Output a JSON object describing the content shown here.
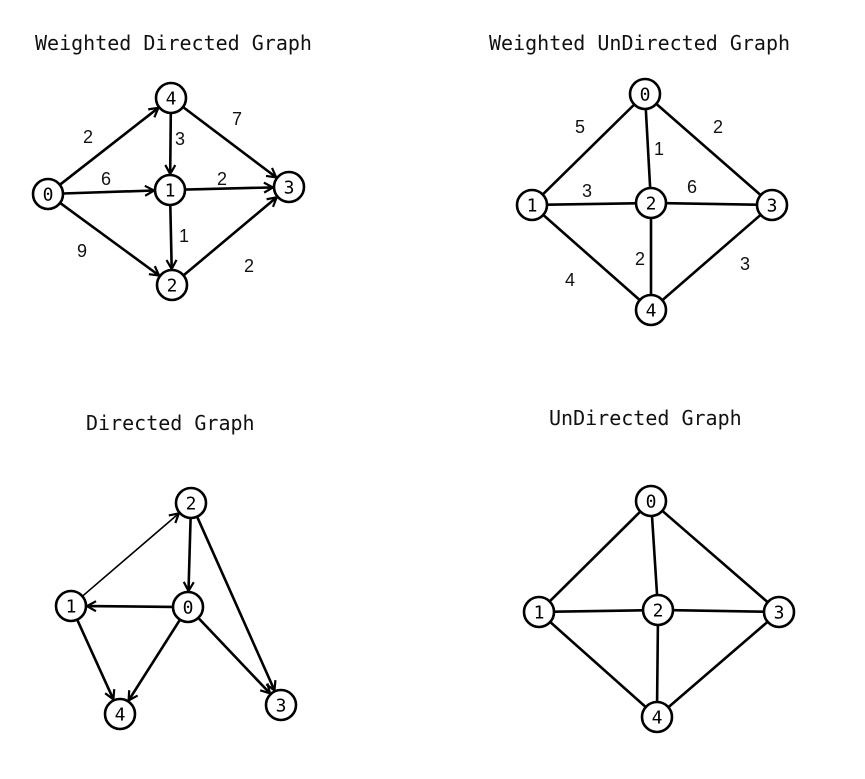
{
  "colors": {
    "stroke": "#000000",
    "background": "#ffffff"
  },
  "graphs": [
    {
      "id": "weighted-directed",
      "title": "Weighted Directed Graph",
      "directed": true,
      "weighted": true,
      "nodes": [
        "0",
        "1",
        "2",
        "3",
        "4"
      ],
      "edges": [
        {
          "from": "0",
          "to": "4",
          "weight": "2"
        },
        {
          "from": "0",
          "to": "1",
          "weight": "6"
        },
        {
          "from": "0",
          "to": "2",
          "weight": "9"
        },
        {
          "from": "4",
          "to": "1",
          "weight": "3"
        },
        {
          "from": "4",
          "to": "3",
          "weight": "7"
        },
        {
          "from": "1",
          "to": "3",
          "weight": "2"
        },
        {
          "from": "1",
          "to": "2",
          "weight": "1"
        },
        {
          "from": "2",
          "to": "3",
          "weight": "2"
        }
      ]
    },
    {
      "id": "weighted-undirected",
      "title": "Weighted UnDirected Graph",
      "directed": false,
      "weighted": true,
      "nodes": [
        "0",
        "1",
        "2",
        "3",
        "4"
      ],
      "edges": [
        {
          "from": "0",
          "to": "1",
          "weight": "5"
        },
        {
          "from": "0",
          "to": "2",
          "weight": "1"
        },
        {
          "from": "0",
          "to": "3",
          "weight": "2"
        },
        {
          "from": "1",
          "to": "2",
          "weight": "3"
        },
        {
          "from": "2",
          "to": "3",
          "weight": "6"
        },
        {
          "from": "1",
          "to": "4",
          "weight": "4"
        },
        {
          "from": "2",
          "to": "4",
          "weight": "2"
        },
        {
          "from": "3",
          "to": "4",
          "weight": "3"
        }
      ]
    },
    {
      "id": "directed",
      "title": "Directed Graph",
      "directed": true,
      "weighted": false,
      "nodes": [
        "0",
        "1",
        "2",
        "3",
        "4"
      ],
      "edges": [
        {
          "from": "1",
          "to": "2"
        },
        {
          "from": "2",
          "to": "0"
        },
        {
          "from": "2",
          "to": "3"
        },
        {
          "from": "0",
          "to": "1"
        },
        {
          "from": "0",
          "to": "4"
        },
        {
          "from": "0",
          "to": "3"
        },
        {
          "from": "1",
          "to": "4"
        }
      ]
    },
    {
      "id": "undirected",
      "title": "UnDirected Graph",
      "directed": false,
      "weighted": false,
      "nodes": [
        "0",
        "1",
        "2",
        "3",
        "4"
      ],
      "edges": [
        {
          "from": "0",
          "to": "1"
        },
        {
          "from": "0",
          "to": "2"
        },
        {
          "from": "0",
          "to": "3"
        },
        {
          "from": "1",
          "to": "2"
        },
        {
          "from": "2",
          "to": "3"
        },
        {
          "from": "1",
          "to": "4"
        },
        {
          "from": "2",
          "to": "4"
        },
        {
          "from": "3",
          "to": "4"
        }
      ]
    }
  ]
}
